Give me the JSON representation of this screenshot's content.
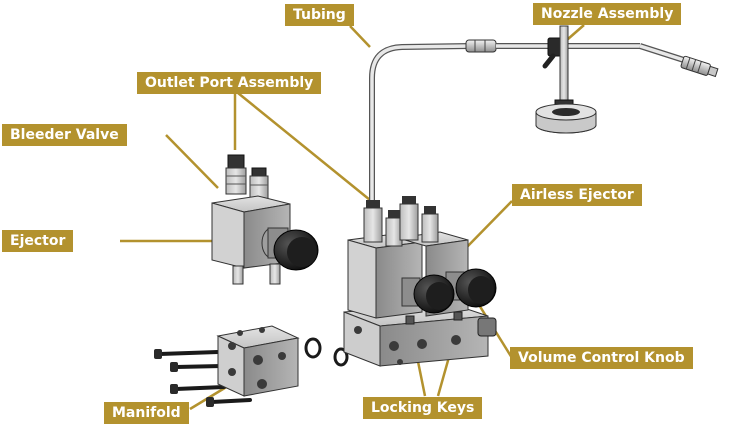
{
  "colors": {
    "callout_fill": "#b3922e",
    "callout_text": "#ffffff",
    "leader": "#b3922e",
    "metal_light": "#d9d9d9",
    "metal_mid": "#a8a8a8",
    "metal_dark": "#6e6e6e",
    "knob": "#1a1a1a",
    "outline": "#222222"
  },
  "labels": {
    "tubing": "Tubing",
    "nozzle_assembly": "Nozzle Assembly",
    "outlet_port_assembly": "Outlet Port Assembly",
    "bleeder_valve": "Bleeder Valve",
    "airless_ejector": "Airless Ejector",
    "ejector": "Ejector",
    "volume_control_knob": "Volume Control Knob",
    "manifold": "Manifold",
    "locking_keys": "Locking Keys"
  }
}
